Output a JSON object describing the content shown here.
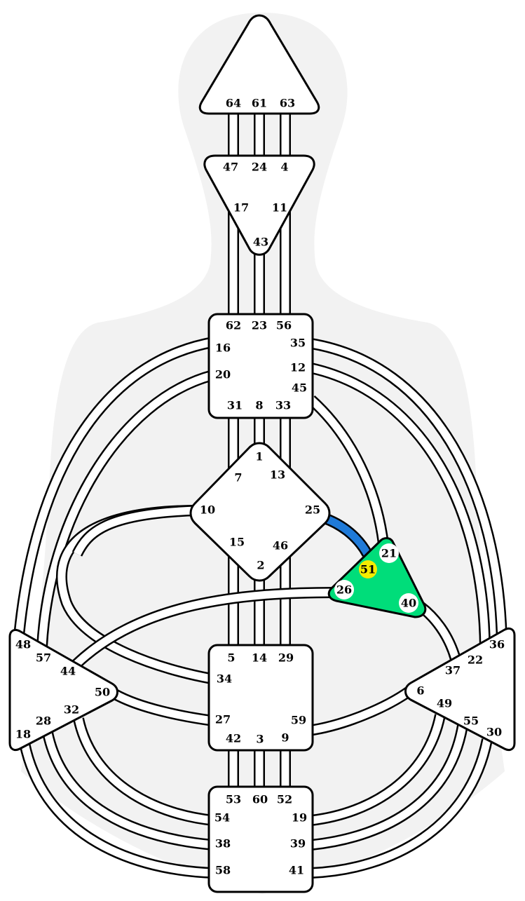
{
  "colors": {
    "background": "#ffffff",
    "silhouette": "#f2f2f2",
    "center_default": "#ffffff",
    "center_defined": "#00dd7a",
    "channel_activation": "#1f7ad8",
    "gate_circle": "#ffffff",
    "gate_highlight": "#f5ec00",
    "outline": "#000000"
  },
  "centers": [
    {
      "id": "head",
      "name": "Head",
      "defined": false
    },
    {
      "id": "ajna",
      "name": "Ajna",
      "defined": false
    },
    {
      "id": "throat",
      "name": "Throat",
      "defined": false
    },
    {
      "id": "g",
      "name": "G",
      "defined": false
    },
    {
      "id": "heart",
      "name": "Heart",
      "defined": true
    },
    {
      "id": "sacral",
      "name": "Sacral",
      "defined": false
    },
    {
      "id": "spleen",
      "name": "Spleen",
      "defined": false
    },
    {
      "id": "solar_plexus",
      "name": "Solar Plexus",
      "defined": false
    },
    {
      "id": "root",
      "name": "Root",
      "defined": false
    }
  ],
  "gates": [
    {
      "id": "64",
      "label": "64",
      "center": "head"
    },
    {
      "id": "61",
      "label": "61",
      "center": "head"
    },
    {
      "id": "63",
      "label": "63",
      "center": "head"
    },
    {
      "id": "47",
      "label": "47",
      "center": "ajna"
    },
    {
      "id": "24",
      "label": "24",
      "center": "ajna"
    },
    {
      "id": "4",
      "label": "4",
      "center": "ajna"
    },
    {
      "id": "17",
      "label": "17",
      "center": "ajna"
    },
    {
      "id": "11",
      "label": "11",
      "center": "ajna"
    },
    {
      "id": "43",
      "label": "43",
      "center": "ajna"
    },
    {
      "id": "62",
      "label": "62",
      "center": "throat"
    },
    {
      "id": "23",
      "label": "23",
      "center": "throat"
    },
    {
      "id": "56",
      "label": "56",
      "center": "throat"
    },
    {
      "id": "16",
      "label": "16",
      "center": "throat"
    },
    {
      "id": "35",
      "label": "35",
      "center": "throat"
    },
    {
      "id": "20",
      "label": "20",
      "center": "throat"
    },
    {
      "id": "12",
      "label": "12",
      "center": "throat"
    },
    {
      "id": "45",
      "label": "45",
      "center": "throat"
    },
    {
      "id": "31",
      "label": "31",
      "center": "throat"
    },
    {
      "id": "8",
      "label": "8",
      "center": "throat"
    },
    {
      "id": "33",
      "label": "33",
      "center": "throat"
    },
    {
      "id": "1",
      "label": "1",
      "center": "g"
    },
    {
      "id": "7",
      "label": "7",
      "center": "g"
    },
    {
      "id": "13",
      "label": "13",
      "center": "g"
    },
    {
      "id": "10",
      "label": "10",
      "center": "g"
    },
    {
      "id": "25",
      "label": "25",
      "center": "g"
    },
    {
      "id": "15",
      "label": "15",
      "center": "g"
    },
    {
      "id": "46",
      "label": "46",
      "center": "g"
    },
    {
      "id": "2",
      "label": "2",
      "center": "g"
    },
    {
      "id": "21",
      "label": "21",
      "center": "heart",
      "circle": "white"
    },
    {
      "id": "51",
      "label": "51",
      "center": "heart",
      "circle": "yellow"
    },
    {
      "id": "26",
      "label": "26",
      "center": "heart",
      "circle": "white"
    },
    {
      "id": "40",
      "label": "40",
      "center": "heart",
      "circle": "white"
    },
    {
      "id": "5",
      "label": "5",
      "center": "sacral"
    },
    {
      "id": "14",
      "label": "14",
      "center": "sacral"
    },
    {
      "id": "29",
      "label": "29",
      "center": "sacral"
    },
    {
      "id": "34",
      "label": "34",
      "center": "sacral"
    },
    {
      "id": "27",
      "label": "27",
      "center": "sacral"
    },
    {
      "id": "59",
      "label": "59",
      "center": "sacral"
    },
    {
      "id": "42",
      "label": "42",
      "center": "sacral"
    },
    {
      "id": "3",
      "label": "3",
      "center": "sacral"
    },
    {
      "id": "9",
      "label": "9",
      "center": "sacral"
    },
    {
      "id": "48",
      "label": "48",
      "center": "spleen"
    },
    {
      "id": "57",
      "label": "57",
      "center": "spleen"
    },
    {
      "id": "44",
      "label": "44",
      "center": "spleen"
    },
    {
      "id": "50",
      "label": "50",
      "center": "spleen"
    },
    {
      "id": "32",
      "label": "32",
      "center": "spleen"
    },
    {
      "id": "28",
      "label": "28",
      "center": "spleen"
    },
    {
      "id": "18",
      "label": "18",
      "center": "spleen"
    },
    {
      "id": "36",
      "label": "36",
      "center": "solar_plexus"
    },
    {
      "id": "22",
      "label": "22",
      "center": "solar_plexus"
    },
    {
      "id": "37",
      "label": "37",
      "center": "solar_plexus"
    },
    {
      "id": "6",
      "label": "6",
      "center": "solar_plexus"
    },
    {
      "id": "49",
      "label": "49",
      "center": "solar_plexus"
    },
    {
      "id": "55",
      "label": "55",
      "center": "solar_plexus"
    },
    {
      "id": "30",
      "label": "30",
      "center": "solar_plexus"
    },
    {
      "id": "53",
      "label": "53",
      "center": "root"
    },
    {
      "id": "60",
      "label": "60",
      "center": "root"
    },
    {
      "id": "52",
      "label": "52",
      "center": "root"
    },
    {
      "id": "54",
      "label": "54",
      "center": "root"
    },
    {
      "id": "19",
      "label": "19",
      "center": "root"
    },
    {
      "id": "38",
      "label": "38",
      "center": "root"
    },
    {
      "id": "39",
      "label": "39",
      "center": "root"
    },
    {
      "id": "58",
      "label": "58",
      "center": "root"
    },
    {
      "id": "41",
      "label": "41",
      "center": "root"
    }
  ],
  "channels": [
    {
      "id": "64-47",
      "active": false
    },
    {
      "id": "61-24",
      "active": false
    },
    {
      "id": "63-4",
      "active": false
    },
    {
      "id": "17-62",
      "active": false
    },
    {
      "id": "43-23",
      "active": false
    },
    {
      "id": "11-56",
      "active": false
    },
    {
      "id": "31-7",
      "active": false
    },
    {
      "id": "8-1",
      "active": false
    },
    {
      "id": "33-13",
      "active": false
    },
    {
      "id": "15-5",
      "active": false
    },
    {
      "id": "2-14",
      "active": false
    },
    {
      "id": "46-29",
      "active": false
    },
    {
      "id": "42-53",
      "active": false
    },
    {
      "id": "3-60",
      "active": false
    },
    {
      "id": "9-52",
      "active": false
    },
    {
      "id": "16-48",
      "active": false
    },
    {
      "id": "20-57",
      "active": false
    },
    {
      "id": "35-36",
      "active": false
    },
    {
      "id": "12-22",
      "active": false
    },
    {
      "id": "45-21",
      "active": false
    },
    {
      "id": "10-34",
      "active": false
    },
    {
      "id": "10-57",
      "active": false
    },
    {
      "id": "25-51",
      "active": true
    },
    {
      "id": "26-44",
      "active": false
    },
    {
      "id": "40-37",
      "active": false
    },
    {
      "id": "50-27",
      "active": false
    },
    {
      "id": "59-6",
      "active": false
    },
    {
      "id": "32-54",
      "active": false
    },
    {
      "id": "28-38",
      "active": false
    },
    {
      "id": "18-58",
      "active": false
    },
    {
      "id": "49-19",
      "active": false
    },
    {
      "id": "55-39",
      "active": false
    },
    {
      "id": "30-41",
      "active": false
    }
  ]
}
